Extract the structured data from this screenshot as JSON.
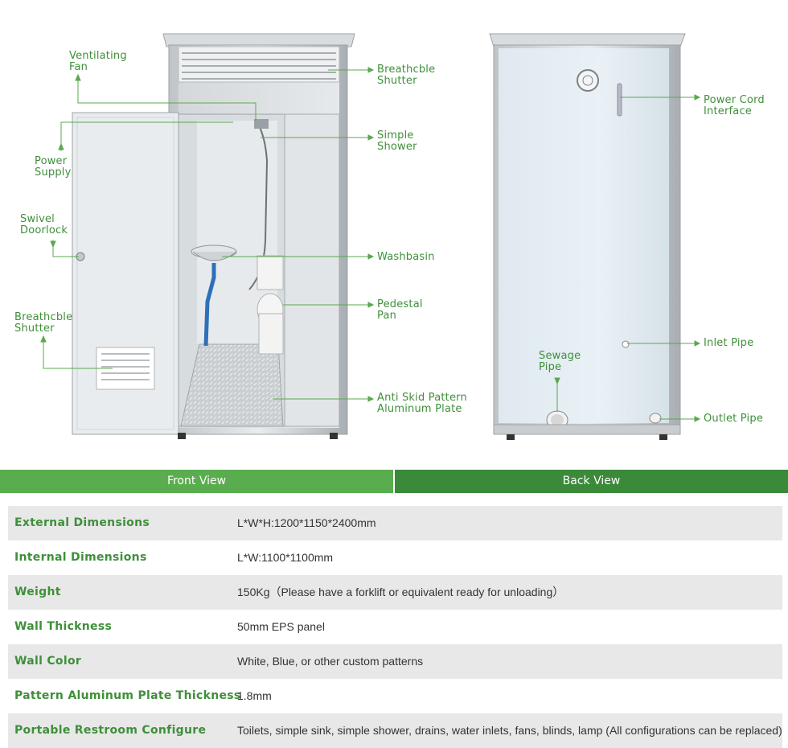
{
  "colors": {
    "accent_green": "#3f8f3a",
    "tab_light_green": "#5aad4e",
    "tab_dark_green": "#3b8a3a",
    "panel_blue_white": "#e4eef5"
  },
  "front_labels": {
    "ventilating_fan": "Ventilating\nFan",
    "power_supply": "Power\nSupply",
    "swivel_doorlock": "Swivel\nDoorlock",
    "breathcble_shutter_left": "Breathcble\nShutter",
    "breathcble_shutter_top": "Breathcble\nShutter",
    "simple_shower": "Simple\nShower",
    "washbasin": "Washbasin",
    "pedestal_pan": "Pedestal\nPan",
    "anti_skid": "Anti Skid Pattern\nAluminum Plate"
  },
  "back_labels": {
    "power_cord": "Power Cord\nInterface",
    "inlet_pipe": "Inlet Pipe",
    "sewage_pipe": "Sewage\nPipe",
    "outlet_pipe": "Outlet Pipe"
  },
  "views": {
    "front": "Front View",
    "back": "Back View"
  },
  "specs": [
    {
      "key": "External Dimensions",
      "value": "L*W*H:1200*1150*2400mm"
    },
    {
      "key": "Internal Dimensions",
      "value": "L*W:1100*1100mm"
    },
    {
      "key": "Weight",
      "value": "150Kg（Please have a forklift or equivalent ready for unloading）"
    },
    {
      "key": "Wall Thickness",
      "value": "50mm EPS panel"
    },
    {
      "key": "Wall Color",
      "value": "White, Blue, or other custom patterns"
    },
    {
      "key": "Pattern Aluminum Plate Thickness",
      "value": "1.8mm"
    },
    {
      "key": "Portable Restroom Configure",
      "value": "Toilets, simple sink, simple shower, drains, water inlets, fans, blinds, lamp (All configurations can be replaced)"
    }
  ]
}
